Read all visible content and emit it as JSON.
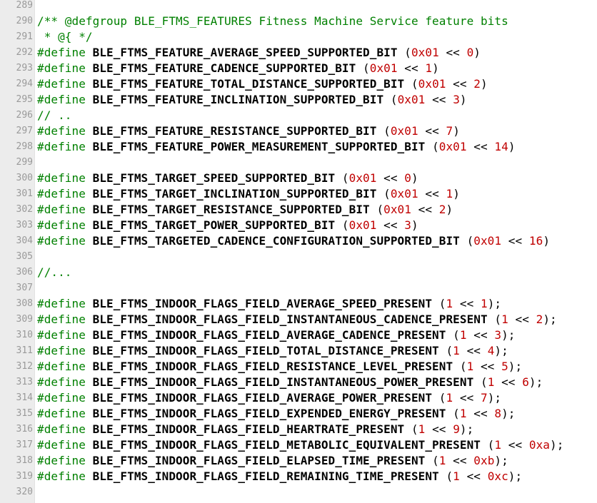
{
  "editor": {
    "lines": [
      {
        "n": "289",
        "tokens": []
      },
      {
        "n": "290",
        "tokens": [
          {
            "t": "/** @defgroup BLE_FTMS_FEATURES Fitness Machine Service feature bits",
            "k": "comment"
          }
        ]
      },
      {
        "n": "291",
        "tokens": [
          {
            "t": " * @{ */",
            "k": "comment"
          }
        ]
      },
      {
        "n": "292",
        "tokens": [
          {
            "t": "#define",
            "k": "preproc"
          },
          {
            "t": " ",
            "k": "plain"
          },
          {
            "t": "BLE_FTMS_FEATURE_AVERAGE_SPEED_SUPPORTED_BIT",
            "k": "name"
          },
          {
            "t": " (",
            "k": "plain"
          },
          {
            "t": "0x01",
            "k": "num"
          },
          {
            "t": " << ",
            "k": "plain"
          },
          {
            "t": "0",
            "k": "num"
          },
          {
            "t": ")",
            "k": "plain"
          }
        ]
      },
      {
        "n": "293",
        "tokens": [
          {
            "t": "#define",
            "k": "preproc"
          },
          {
            "t": " ",
            "k": "plain"
          },
          {
            "t": "BLE_FTMS_FEATURE_CADENCE_SUPPORTED_BIT",
            "k": "name"
          },
          {
            "t": " (",
            "k": "plain"
          },
          {
            "t": "0x01",
            "k": "num"
          },
          {
            "t": " << ",
            "k": "plain"
          },
          {
            "t": "1",
            "k": "num"
          },
          {
            "t": ")",
            "k": "plain"
          }
        ]
      },
      {
        "n": "294",
        "tokens": [
          {
            "t": "#define",
            "k": "preproc"
          },
          {
            "t": " ",
            "k": "plain"
          },
          {
            "t": "BLE_FTMS_FEATURE_TOTAL_DISTANCE_SUPPORTED_BIT",
            "k": "name"
          },
          {
            "t": " (",
            "k": "plain"
          },
          {
            "t": "0x01",
            "k": "num"
          },
          {
            "t": " << ",
            "k": "plain"
          },
          {
            "t": "2",
            "k": "num"
          },
          {
            "t": ")",
            "k": "plain"
          }
        ]
      },
      {
        "n": "295",
        "tokens": [
          {
            "t": "#define",
            "k": "preproc"
          },
          {
            "t": " ",
            "k": "plain"
          },
          {
            "t": "BLE_FTMS_FEATURE_INCLINATION_SUPPORTED_BIT",
            "k": "name"
          },
          {
            "t": " (",
            "k": "plain"
          },
          {
            "t": "0x01",
            "k": "num"
          },
          {
            "t": " << ",
            "k": "plain"
          },
          {
            "t": "3",
            "k": "num"
          },
          {
            "t": ")",
            "k": "plain"
          }
        ]
      },
      {
        "n": "296",
        "tokens": [
          {
            "t": "// ..",
            "k": "comment"
          }
        ]
      },
      {
        "n": "297",
        "tokens": [
          {
            "t": "#define",
            "k": "preproc"
          },
          {
            "t": " ",
            "k": "plain"
          },
          {
            "t": "BLE_FTMS_FEATURE_RESISTANCE_SUPPORTED_BIT",
            "k": "name"
          },
          {
            "t": " (",
            "k": "plain"
          },
          {
            "t": "0x01",
            "k": "num"
          },
          {
            "t": " << ",
            "k": "plain"
          },
          {
            "t": "7",
            "k": "num"
          },
          {
            "t": ")",
            "k": "plain"
          }
        ]
      },
      {
        "n": "298",
        "tokens": [
          {
            "t": "#define",
            "k": "preproc"
          },
          {
            "t": " ",
            "k": "plain"
          },
          {
            "t": "BLE_FTMS_FEATURE_POWER_MEASUREMENT_SUPPORTED_BIT",
            "k": "name"
          },
          {
            "t": " (",
            "k": "plain"
          },
          {
            "t": "0x01",
            "k": "num"
          },
          {
            "t": " << ",
            "k": "plain"
          },
          {
            "t": "14",
            "k": "num"
          },
          {
            "t": ")",
            "k": "plain"
          }
        ]
      },
      {
        "n": "299",
        "tokens": []
      },
      {
        "n": "300",
        "tokens": [
          {
            "t": "#define",
            "k": "preproc"
          },
          {
            "t": " ",
            "k": "plain"
          },
          {
            "t": "BLE_FTMS_TARGET_SPEED_SUPPORTED_BIT",
            "k": "name"
          },
          {
            "t": " (",
            "k": "plain"
          },
          {
            "t": "0x01",
            "k": "num"
          },
          {
            "t": " << ",
            "k": "plain"
          },
          {
            "t": "0",
            "k": "num"
          },
          {
            "t": ")",
            "k": "plain"
          }
        ]
      },
      {
        "n": "301",
        "tokens": [
          {
            "t": "#define",
            "k": "preproc"
          },
          {
            "t": " ",
            "k": "plain"
          },
          {
            "t": "BLE_FTMS_TARGET_INCLINATION_SUPPORTED_BIT",
            "k": "name"
          },
          {
            "t": " (",
            "k": "plain"
          },
          {
            "t": "0x01",
            "k": "num"
          },
          {
            "t": " << ",
            "k": "plain"
          },
          {
            "t": "1",
            "k": "num"
          },
          {
            "t": ")",
            "k": "plain"
          }
        ]
      },
      {
        "n": "302",
        "tokens": [
          {
            "t": "#define",
            "k": "preproc"
          },
          {
            "t": " ",
            "k": "plain"
          },
          {
            "t": "BLE_FTMS_TARGET_RESISTANCE_SUPPORTED_BIT",
            "k": "name"
          },
          {
            "t": " (",
            "k": "plain"
          },
          {
            "t": "0x01",
            "k": "num"
          },
          {
            "t": " << ",
            "k": "plain"
          },
          {
            "t": "2",
            "k": "num"
          },
          {
            "t": ")",
            "k": "plain"
          }
        ]
      },
      {
        "n": "303",
        "tokens": [
          {
            "t": "#define",
            "k": "preproc"
          },
          {
            "t": " ",
            "k": "plain"
          },
          {
            "t": "BLE_FTMS_TARGET_POWER_SUPPORTED_BIT",
            "k": "name"
          },
          {
            "t": " (",
            "k": "plain"
          },
          {
            "t": "0x01",
            "k": "num"
          },
          {
            "t": " << ",
            "k": "plain"
          },
          {
            "t": "3",
            "k": "num"
          },
          {
            "t": ")",
            "k": "plain"
          }
        ]
      },
      {
        "n": "304",
        "tokens": [
          {
            "t": "#define",
            "k": "preproc"
          },
          {
            "t": " ",
            "k": "plain"
          },
          {
            "t": "BLE_FTMS_TARGETED_CADENCE_CONFIGURATION_SUPPORTED_BIT",
            "k": "name"
          },
          {
            "t": " (",
            "k": "plain"
          },
          {
            "t": "0x01",
            "k": "num"
          },
          {
            "t": " << ",
            "k": "plain"
          },
          {
            "t": "16",
            "k": "num"
          },
          {
            "t": ")",
            "k": "plain"
          }
        ]
      },
      {
        "n": "305",
        "tokens": []
      },
      {
        "n": "306",
        "tokens": [
          {
            "t": "//...",
            "k": "comment"
          }
        ]
      },
      {
        "n": "307",
        "tokens": []
      },
      {
        "n": "308",
        "tokens": [
          {
            "t": "#define",
            "k": "preproc"
          },
          {
            "t": " ",
            "k": "plain"
          },
          {
            "t": "BLE_FTMS_INDOOR_FLAGS_FIELD_AVERAGE_SPEED_PRESENT",
            "k": "name"
          },
          {
            "t": " (",
            "k": "plain"
          },
          {
            "t": "1",
            "k": "num"
          },
          {
            "t": " << ",
            "k": "plain"
          },
          {
            "t": "1",
            "k": "num"
          },
          {
            "t": ");",
            "k": "plain"
          }
        ]
      },
      {
        "n": "309",
        "tokens": [
          {
            "t": "#define",
            "k": "preproc"
          },
          {
            "t": " ",
            "k": "plain"
          },
          {
            "t": "BLE_FTMS_INDOOR_FLAGS_FIELD_INSTANTANEOUS_CADENCE_PRESENT",
            "k": "name"
          },
          {
            "t": " (",
            "k": "plain"
          },
          {
            "t": "1",
            "k": "num"
          },
          {
            "t": " << ",
            "k": "plain"
          },
          {
            "t": "2",
            "k": "num"
          },
          {
            "t": ");",
            "k": "plain"
          }
        ]
      },
      {
        "n": "310",
        "tokens": [
          {
            "t": "#define",
            "k": "preproc"
          },
          {
            "t": " ",
            "k": "plain"
          },
          {
            "t": "BLE_FTMS_INDOOR_FLAGS_FIELD_AVERAGE_CADENCE_PRESENT",
            "k": "name"
          },
          {
            "t": " (",
            "k": "plain"
          },
          {
            "t": "1",
            "k": "num"
          },
          {
            "t": " << ",
            "k": "plain"
          },
          {
            "t": "3",
            "k": "num"
          },
          {
            "t": ");",
            "k": "plain"
          }
        ]
      },
      {
        "n": "311",
        "tokens": [
          {
            "t": "#define",
            "k": "preproc"
          },
          {
            "t": " ",
            "k": "plain"
          },
          {
            "t": "BLE_FTMS_INDOOR_FLAGS_FIELD_TOTAL_DISTANCE_PRESENT",
            "k": "name"
          },
          {
            "t": " (",
            "k": "plain"
          },
          {
            "t": "1",
            "k": "num"
          },
          {
            "t": " << ",
            "k": "plain"
          },
          {
            "t": "4",
            "k": "num"
          },
          {
            "t": ");",
            "k": "plain"
          }
        ]
      },
      {
        "n": "312",
        "tokens": [
          {
            "t": "#define",
            "k": "preproc"
          },
          {
            "t": " ",
            "k": "plain"
          },
          {
            "t": "BLE_FTMS_INDOOR_FLAGS_FIELD_RESISTANCE_LEVEL_PRESENT",
            "k": "name"
          },
          {
            "t": " (",
            "k": "plain"
          },
          {
            "t": "1",
            "k": "num"
          },
          {
            "t": " << ",
            "k": "plain"
          },
          {
            "t": "5",
            "k": "num"
          },
          {
            "t": ");",
            "k": "plain"
          }
        ]
      },
      {
        "n": "313",
        "tokens": [
          {
            "t": "#define",
            "k": "preproc"
          },
          {
            "t": " ",
            "k": "plain"
          },
          {
            "t": "BLE_FTMS_INDOOR_FLAGS_FIELD_INSTANTANEOUS_POWER_PRESENT",
            "k": "name"
          },
          {
            "t": " (",
            "k": "plain"
          },
          {
            "t": "1",
            "k": "num"
          },
          {
            "t": " << ",
            "k": "plain"
          },
          {
            "t": "6",
            "k": "num"
          },
          {
            "t": ");",
            "k": "plain"
          }
        ]
      },
      {
        "n": "314",
        "tokens": [
          {
            "t": "#define",
            "k": "preproc"
          },
          {
            "t": " ",
            "k": "plain"
          },
          {
            "t": "BLE_FTMS_INDOOR_FLAGS_FIELD_AVERAGE_POWER_PRESENT",
            "k": "name"
          },
          {
            "t": " (",
            "k": "plain"
          },
          {
            "t": "1",
            "k": "num"
          },
          {
            "t": " << ",
            "k": "plain"
          },
          {
            "t": "7",
            "k": "num"
          },
          {
            "t": ");",
            "k": "plain"
          }
        ]
      },
      {
        "n": "315",
        "tokens": [
          {
            "t": "#define",
            "k": "preproc"
          },
          {
            "t": " ",
            "k": "plain"
          },
          {
            "t": "BLE_FTMS_INDOOR_FLAGS_FIELD_EXPENDED_ENERGY_PRESENT",
            "k": "name"
          },
          {
            "t": " (",
            "k": "plain"
          },
          {
            "t": "1",
            "k": "num"
          },
          {
            "t": " << ",
            "k": "plain"
          },
          {
            "t": "8",
            "k": "num"
          },
          {
            "t": ");",
            "k": "plain"
          }
        ]
      },
      {
        "n": "316",
        "tokens": [
          {
            "t": "#define",
            "k": "preproc"
          },
          {
            "t": " ",
            "k": "plain"
          },
          {
            "t": "BLE_FTMS_INDOOR_FLAGS_FIELD_HEARTRATE_PRESENT",
            "k": "name"
          },
          {
            "t": " (",
            "k": "plain"
          },
          {
            "t": "1",
            "k": "num"
          },
          {
            "t": " << ",
            "k": "plain"
          },
          {
            "t": "9",
            "k": "num"
          },
          {
            "t": ");",
            "k": "plain"
          }
        ]
      },
      {
        "n": "317",
        "tokens": [
          {
            "t": "#define",
            "k": "preproc"
          },
          {
            "t": " ",
            "k": "plain"
          },
          {
            "t": "BLE_FTMS_INDOOR_FLAGS_FIELD_METABOLIC_EQUIVALENT_PRESENT",
            "k": "name"
          },
          {
            "t": " (",
            "k": "plain"
          },
          {
            "t": "1",
            "k": "num"
          },
          {
            "t": " << ",
            "k": "plain"
          },
          {
            "t": "0xa",
            "k": "num"
          },
          {
            "t": ");",
            "k": "plain"
          }
        ]
      },
      {
        "n": "318",
        "tokens": [
          {
            "t": "#define",
            "k": "preproc"
          },
          {
            "t": " ",
            "k": "plain"
          },
          {
            "t": "BLE_FTMS_INDOOR_FLAGS_FIELD_ELAPSED_TIME_PRESENT",
            "k": "name"
          },
          {
            "t": " (",
            "k": "plain"
          },
          {
            "t": "1",
            "k": "num"
          },
          {
            "t": " << ",
            "k": "plain"
          },
          {
            "t": "0xb",
            "k": "num"
          },
          {
            "t": ");",
            "k": "plain"
          }
        ]
      },
      {
        "n": "319",
        "tokens": [
          {
            "t": "#define",
            "k": "preproc"
          },
          {
            "t": " ",
            "k": "plain"
          },
          {
            "t": "BLE_FTMS_INDOOR_FLAGS_FIELD_REMAINING_TIME_PRESENT",
            "k": "name"
          },
          {
            "t": " (",
            "k": "plain"
          },
          {
            "t": "1",
            "k": "num"
          },
          {
            "t": " << ",
            "k": "plain"
          },
          {
            "t": "0xc",
            "k": "num"
          },
          {
            "t": ");",
            "k": "plain"
          }
        ]
      },
      {
        "n": "320",
        "tokens": []
      }
    ]
  },
  "colors": {
    "comment": "#008000",
    "preproc": "#008000",
    "number": "#c00000",
    "identifier": "#000000",
    "gutter_bg": "#ececec",
    "line_number": "#9a9a9a"
  }
}
